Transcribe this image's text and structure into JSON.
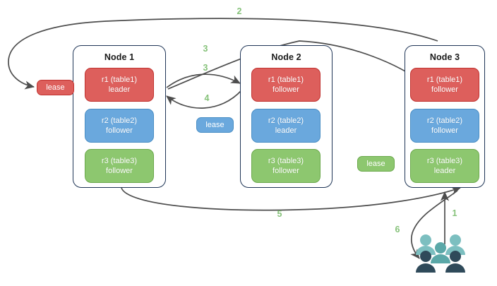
{
  "diagram": {
    "title": "distributed-replica-lease-flow",
    "colors": {
      "replica_red": "#dd5f5c",
      "replica_blue": "#6aa8dd",
      "replica_green": "#8dc76f",
      "node_border": "#1f3556",
      "arrow": "#4d4d4d",
      "step_label": "#86c27a",
      "users_back": "#7cbfc0",
      "users_front": "#2f4a5a"
    }
  },
  "nodes": [
    {
      "id": "node-1",
      "title": "Node 1",
      "replicas": [
        {
          "id": "r1",
          "line1": "r1 (table1)",
          "line2": "leader",
          "color": "red"
        },
        {
          "id": "r2",
          "line1": "r2 (table2)",
          "line2": "follower",
          "color": "blue"
        },
        {
          "id": "r3",
          "line1": "r3 (table3)",
          "line2": "follower",
          "color": "green"
        }
      ]
    },
    {
      "id": "node-2",
      "title": "Node 2",
      "replicas": [
        {
          "id": "r1",
          "line1": "r1 (table1)",
          "line2": "follower",
          "color": "red"
        },
        {
          "id": "r2",
          "line1": "r2 (table2)",
          "line2": "leader",
          "color": "blue"
        },
        {
          "id": "r3",
          "line1": "r3 (table3)",
          "line2": "follower",
          "color": "green"
        }
      ]
    },
    {
      "id": "node-3",
      "title": "Node 3",
      "replicas": [
        {
          "id": "r1",
          "line1": "r1 (table1)",
          "line2": "follower",
          "color": "red"
        },
        {
          "id": "r2",
          "line1": "r2 (table2)",
          "line2": "follower",
          "color": "blue"
        },
        {
          "id": "r3",
          "line1": "r3 (table3)",
          "line2": "leader",
          "color": "green"
        }
      ]
    }
  ],
  "leases": [
    {
      "id": "lease-table1",
      "label": "lease",
      "color": "red"
    },
    {
      "id": "lease-table2",
      "label": "lease",
      "color": "blue"
    },
    {
      "id": "lease-table3",
      "label": "lease",
      "color": "green"
    }
  ],
  "steps": [
    {
      "id": "step-1",
      "label": "1"
    },
    {
      "id": "step-2",
      "label": "2"
    },
    {
      "id": "step-3a",
      "label": "3"
    },
    {
      "id": "step-3b",
      "label": "3"
    },
    {
      "id": "step-4",
      "label": "4"
    },
    {
      "id": "step-5",
      "label": "5"
    },
    {
      "id": "step-6",
      "label": "6"
    }
  ],
  "actors": {
    "users": {
      "name": "users",
      "count": 5
    }
  }
}
